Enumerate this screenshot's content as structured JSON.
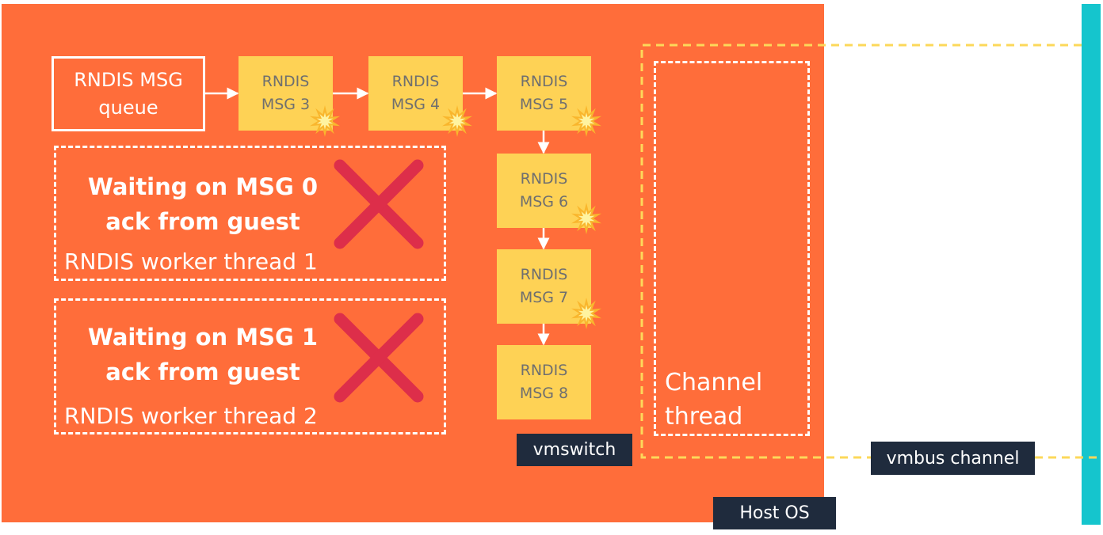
{
  "queue": {
    "line1": "RNDIS MSG",
    "line2": "queue"
  },
  "messages": [
    {
      "line1": "RNDIS",
      "line2": "MSG 3"
    },
    {
      "line1": "RNDIS",
      "line2": "MSG 4"
    },
    {
      "line1": "RNDIS",
      "line2": "MSG 5"
    },
    {
      "line1": "RNDIS",
      "line2": "MSG 6"
    },
    {
      "line1": "RNDIS",
      "line2": "MSG 7"
    },
    {
      "line1": "RNDIS",
      "line2": "MSG 8"
    }
  ],
  "workers": [
    {
      "title1": "Waiting on MSG 0",
      "title2": "ack from guest",
      "name": "RNDIS worker thread 1"
    },
    {
      "title1": "Waiting on MSG 1",
      "title2": "ack from guest",
      "name": "RNDIS worker thread 2"
    }
  ],
  "channel": {
    "line1": "Channel",
    "line2": "thread"
  },
  "labels": {
    "vmswitch": "vmswitch",
    "vmbus": "vmbus channel",
    "host": "Host OS"
  },
  "colors": {
    "host_bg": "#ff6d3a",
    "message_bg": "#fed255",
    "cross": "#dd2e4a",
    "dark_label": "#1f2b3d",
    "accent_bar": "#15c5cd",
    "dashed_border": "#fcd85a"
  }
}
